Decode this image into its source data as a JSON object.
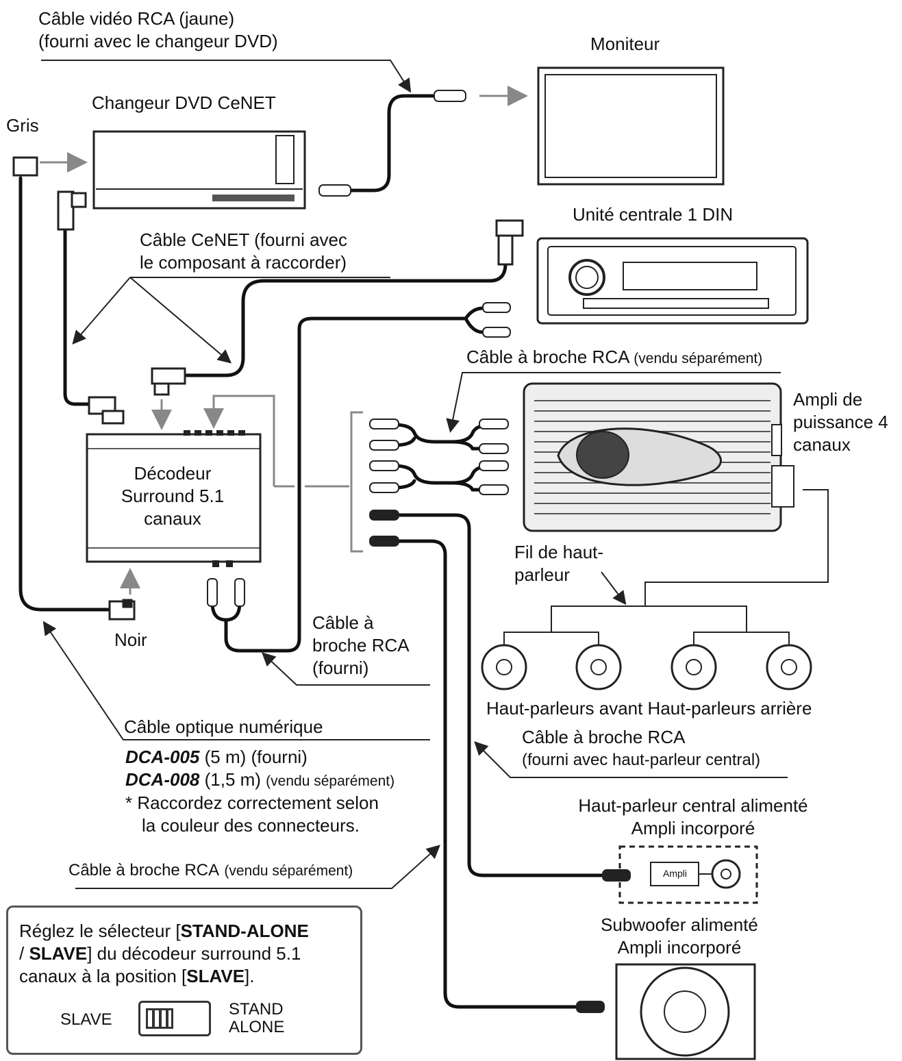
{
  "labels": {
    "rca_video_l1": "Câble vidéo RCA (jaune)",
    "rca_video_l2": "(fourni avec le changeur DVD)",
    "monitor": "Moniteur",
    "dvd_changer": "Changeur DVD CeNET",
    "gray": "Gris",
    "cenet_cable_l1": "Câble CeNET (fourni avec",
    "cenet_cable_l2": "le composant à raccorder)",
    "head_unit": "Unité centrale 1 DIN",
    "rca_pin_sep_top_main": "Câble à broche RCA",
    "rca_pin_sep_top_sub": "(vendu séparément)",
    "amp_l1": "Ampli de",
    "amp_l2": "puissance 4",
    "amp_l3": "canaux",
    "decoder_l1": "Décodeur",
    "decoder_l2": "Surround 5.1",
    "decoder_l3": "canaux",
    "speaker_wire_l1": "Fil de haut-",
    "speaker_wire_l2": "parleur",
    "black": "Noir",
    "rca_supplied_l1": "Câble à",
    "rca_supplied_l2": "broche RCA",
    "rca_supplied_l3": "(fourni)",
    "front_rear_speakers": "Haut-parleurs avant Haut-parleurs arrière",
    "optical": "Câble optique numérique",
    "rca_center_l1": "Câble à broche RCA",
    "rca_center_l2": "(fourni avec haut-parleur central)",
    "dca005_model": "DCA-005",
    "dca005_rest": " (5 m) (fourni)",
    "dca008_model": "DCA-008",
    "dca008_len": " (1,5 m) ",
    "dca008_sold": "(vendu séparément)",
    "note_l1": "* Raccordez correctement selon",
    "note_l2": "la couleur des connecteurs.",
    "center_l1": "Haut-parleur central alimenté",
    "center_l2": "Ampli incorporé",
    "ampli_tag": "Ampli",
    "rca_pin_sep_bottom_main": "Câble à broche RCA",
    "rca_pin_sep_bottom_sub": "(vendu séparément)",
    "sub_l1": "Subwoofer alimenté",
    "sub_l2": "Ampli incorporé"
  },
  "note_box": {
    "line1_pre": "Réglez le sélecteur [",
    "line1_bold": "STAND-ALONE",
    "line2_pre": "/ ",
    "line2_bold": "SLAVE",
    "line2_post": "] du décodeur surround 5.1",
    "line3_pre": "canaux à la position [",
    "line3_bold": "SLAVE",
    "line3_post": "].",
    "slave": "SLAVE",
    "stand": "STAND",
    "alone": "ALONE"
  }
}
